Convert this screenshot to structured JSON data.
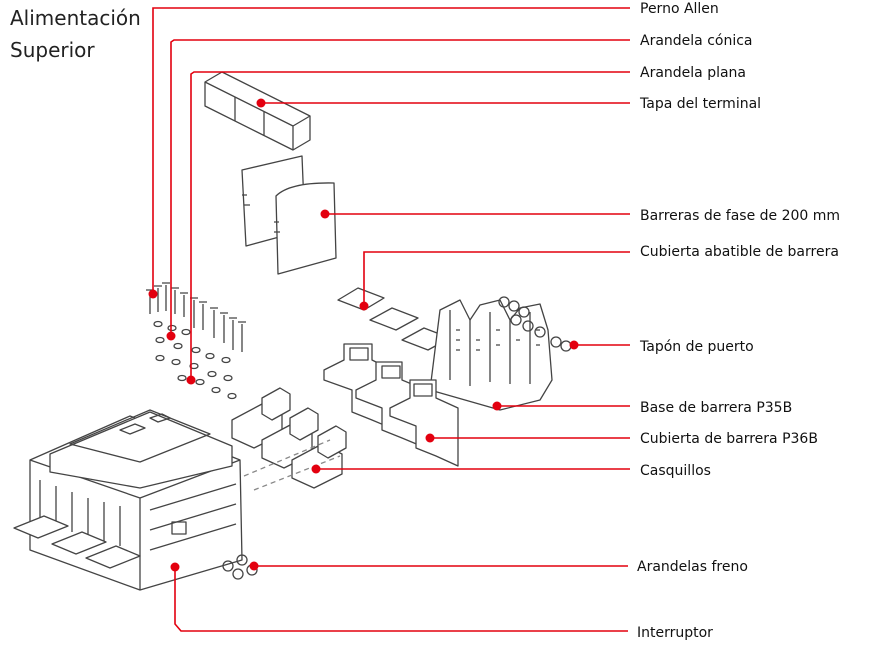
{
  "title": {
    "line1": "Alimentación",
    "line2": "Superior"
  },
  "labels": [
    "Perno Allen",
    "Arandela cónica",
    "Arandela plana",
    "Tapa del terminal",
    "Barreras de fase de 200 mm",
    "Cubierta abatible de barrera",
    "Tapón de puerto",
    "Base de barrera P35B",
    "Cubierta de barrera P36B",
    "Casquillos",
    "Arandelas freno",
    "Interruptor"
  ],
  "colors": {
    "callout": "#e3000f",
    "drawing": "#444444"
  }
}
